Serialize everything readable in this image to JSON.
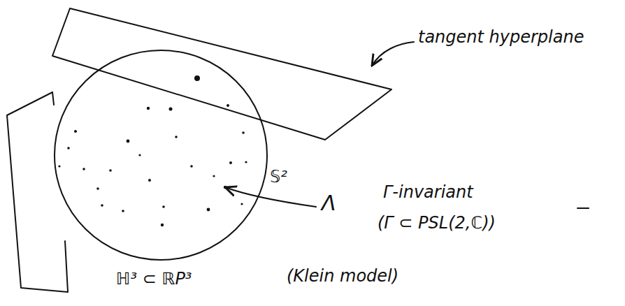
{
  "diagram": {
    "labels": [
      "tangent hyperplane",
      "𝕊²",
      "Λ",
      "Γ-invariant",
      "(Γ ⊂ PSL(2,ℂ))",
      "ℍ³ ⊂ ℝP³",
      "(Klein model)"
    ]
  }
}
